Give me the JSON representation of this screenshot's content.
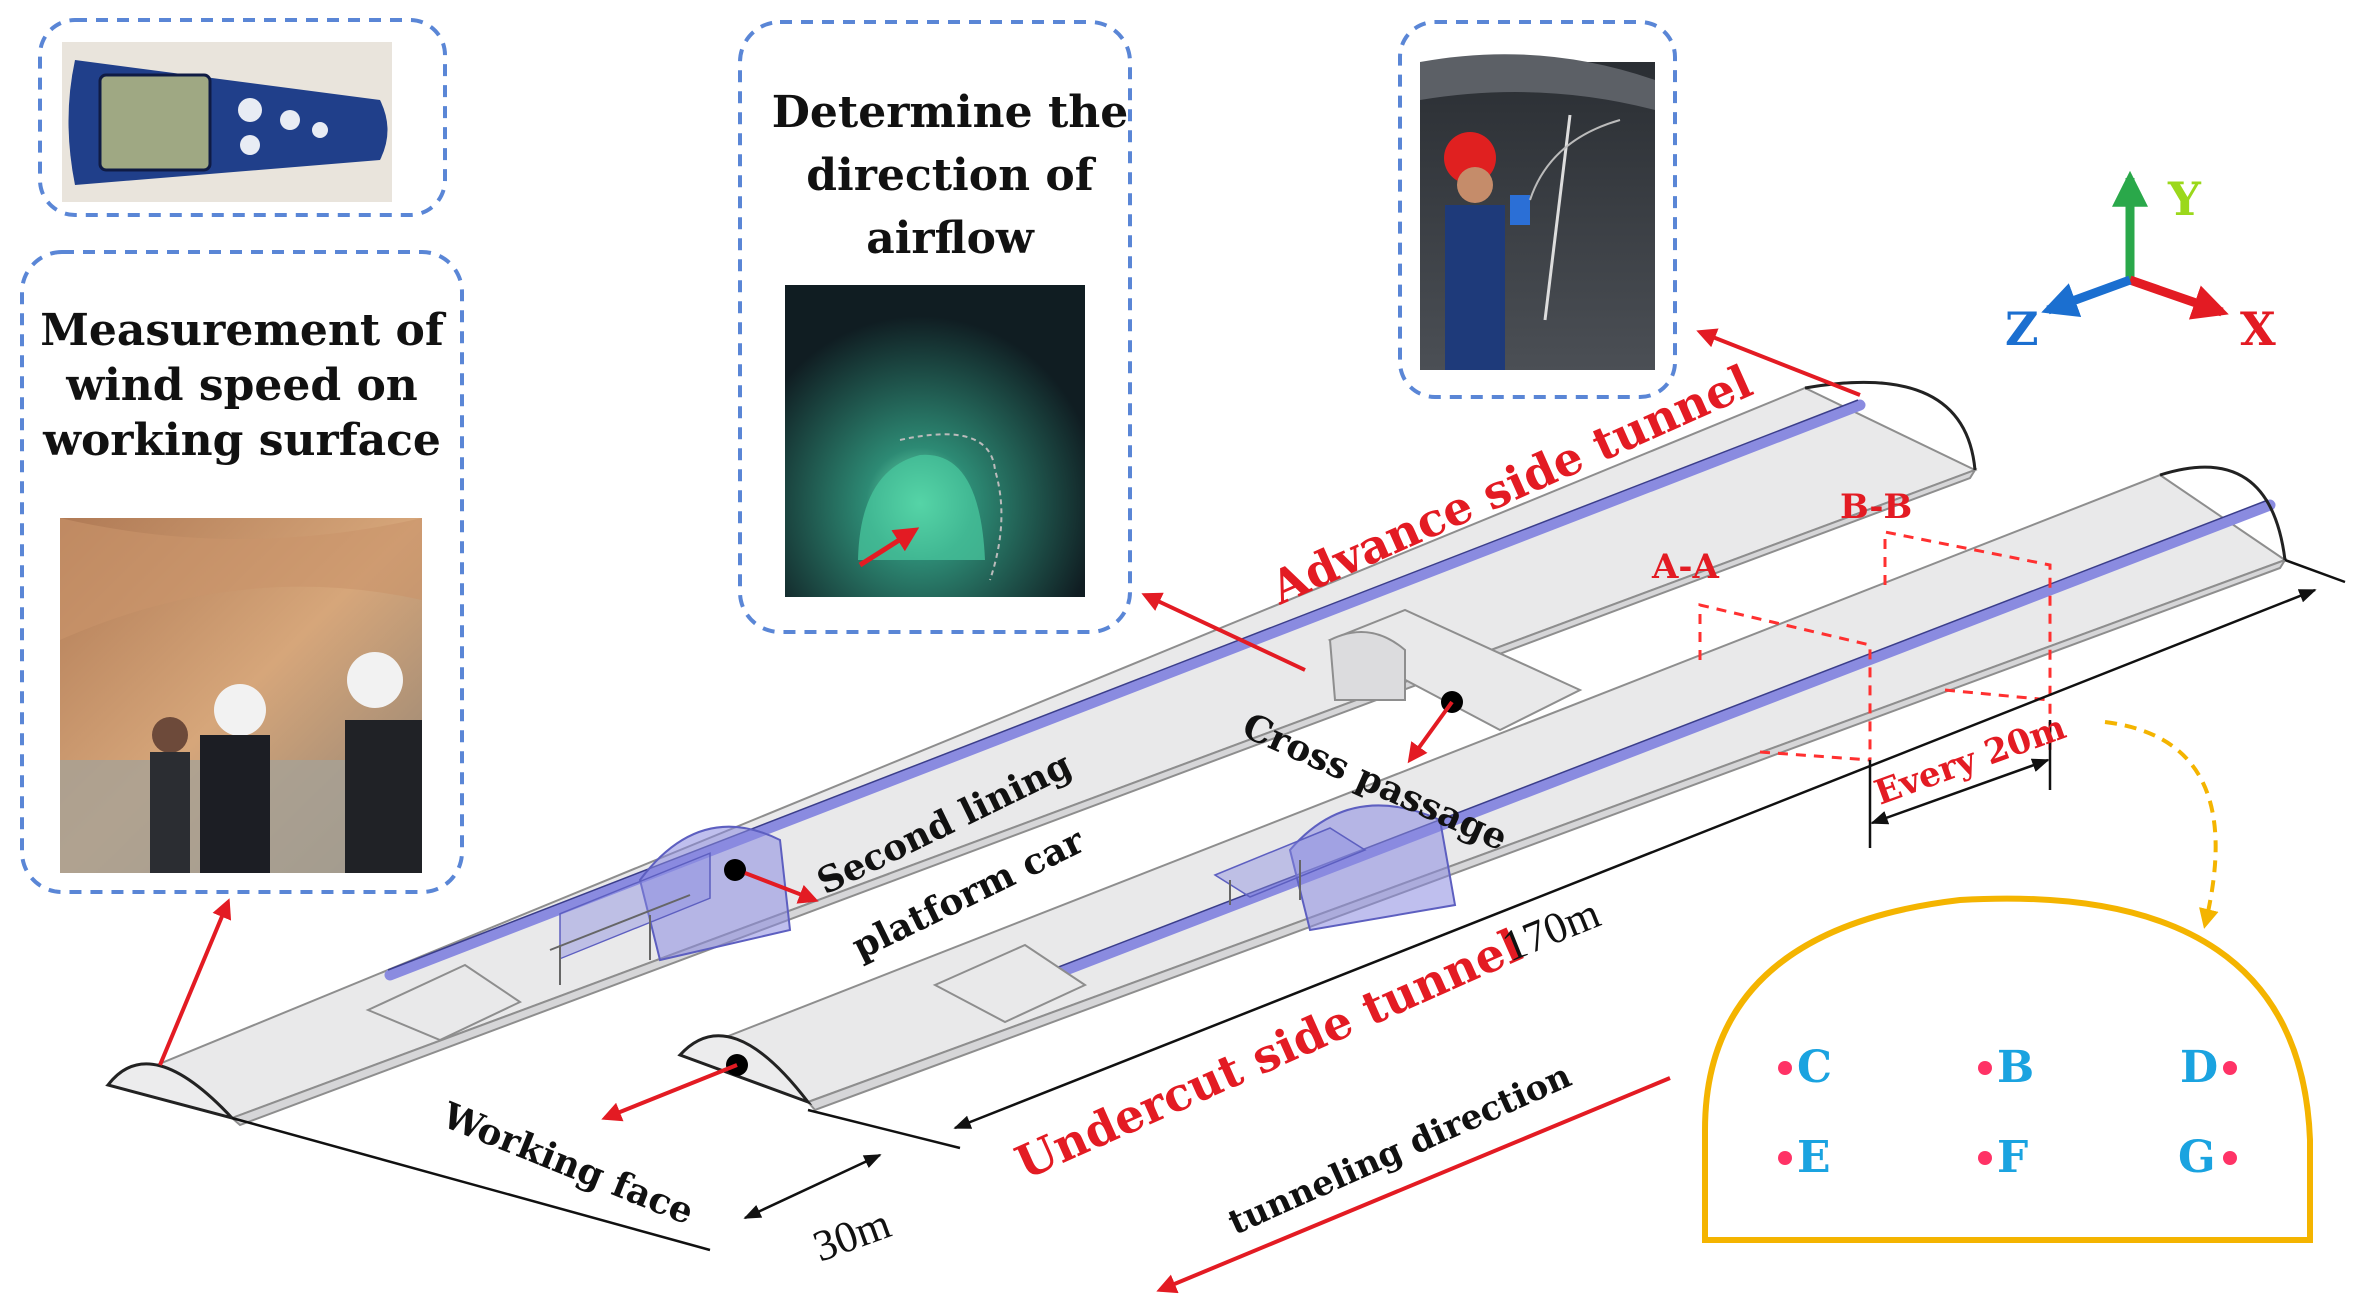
{
  "labels": {
    "measurement": [
      "Measurement of",
      "wind speed on",
      "working surface"
    ],
    "direction": [
      "Determine the",
      "direction of",
      "airflow"
    ],
    "advance_tunnel": "Advance side tunnel",
    "undercut_tunnel": "Undercut side tunnel",
    "cross_passage": "Cross passage",
    "second_lining": [
      "Second lining",
      "platform car"
    ],
    "working_face": "Working face",
    "tunneling_direction": "tunneling direction",
    "section_a": "A-A",
    "section_b": "B-B",
    "every_interval": "Every 20m",
    "length_170": "170m",
    "width_30": "30m"
  },
  "axes": {
    "y": "Y",
    "z": "Z",
    "x": "X"
  },
  "section_points": {
    "top_row": [
      "C",
      "B",
      "D"
    ],
    "bottom_row": [
      "E",
      "F",
      "G"
    ]
  },
  "colors": {
    "red": "#e31b23",
    "pipe": "#8a8be0",
    "panel_border": "#5a86d6",
    "section_arch": "#f4b400",
    "point_label": "#1aa3e0",
    "axis_y": "#2aa84a",
    "axis_x": "#e31b23",
    "axis_z": "#1b6fd0"
  },
  "icons": {
    "anemometer": "handheld-anemometer-photo",
    "person_measuring": "person-with-anemometer-photo",
    "tunnel_view": "tunnel-airflow-photo",
    "workers": "workers-in-tunnel-photo"
  }
}
